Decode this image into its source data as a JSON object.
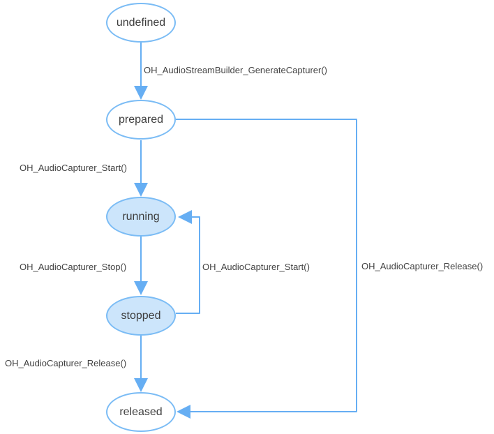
{
  "diagram": {
    "type": "state-machine",
    "nodes": [
      {
        "id": "undefined",
        "label": "undefined",
        "filled": false
      },
      {
        "id": "prepared",
        "label": "prepared",
        "filled": false
      },
      {
        "id": "running",
        "label": "running",
        "filled": true
      },
      {
        "id": "stopped",
        "label": "stopped",
        "filled": true
      },
      {
        "id": "released",
        "label": "released",
        "filled": false
      }
    ],
    "edges": [
      {
        "from": "undefined",
        "to": "prepared",
        "label": "OH_AudioStreamBuilder_GenerateCapturer()"
      },
      {
        "from": "prepared",
        "to": "running",
        "label": "OH_AudioCapturer_Start()"
      },
      {
        "from": "running",
        "to": "stopped",
        "label": "OH_AudioCapturer_Stop()"
      },
      {
        "from": "stopped",
        "to": "running",
        "label": "OH_AudioCapturer_Start()"
      },
      {
        "from": "stopped",
        "to": "released",
        "label": "OH_AudioCapturer_Release()"
      },
      {
        "from": "prepared",
        "to": "released",
        "label": "OH_AudioCapturer_Release()"
      }
    ],
    "colors": {
      "edge": "#66aef3",
      "node-border": "#7bbcf5",
      "node-fill": "#ffffff",
      "node-fill-active": "#cce5fb",
      "text": "#3d3d3d",
      "label-text": "#424242",
      "background": "#ffffff"
    }
  }
}
